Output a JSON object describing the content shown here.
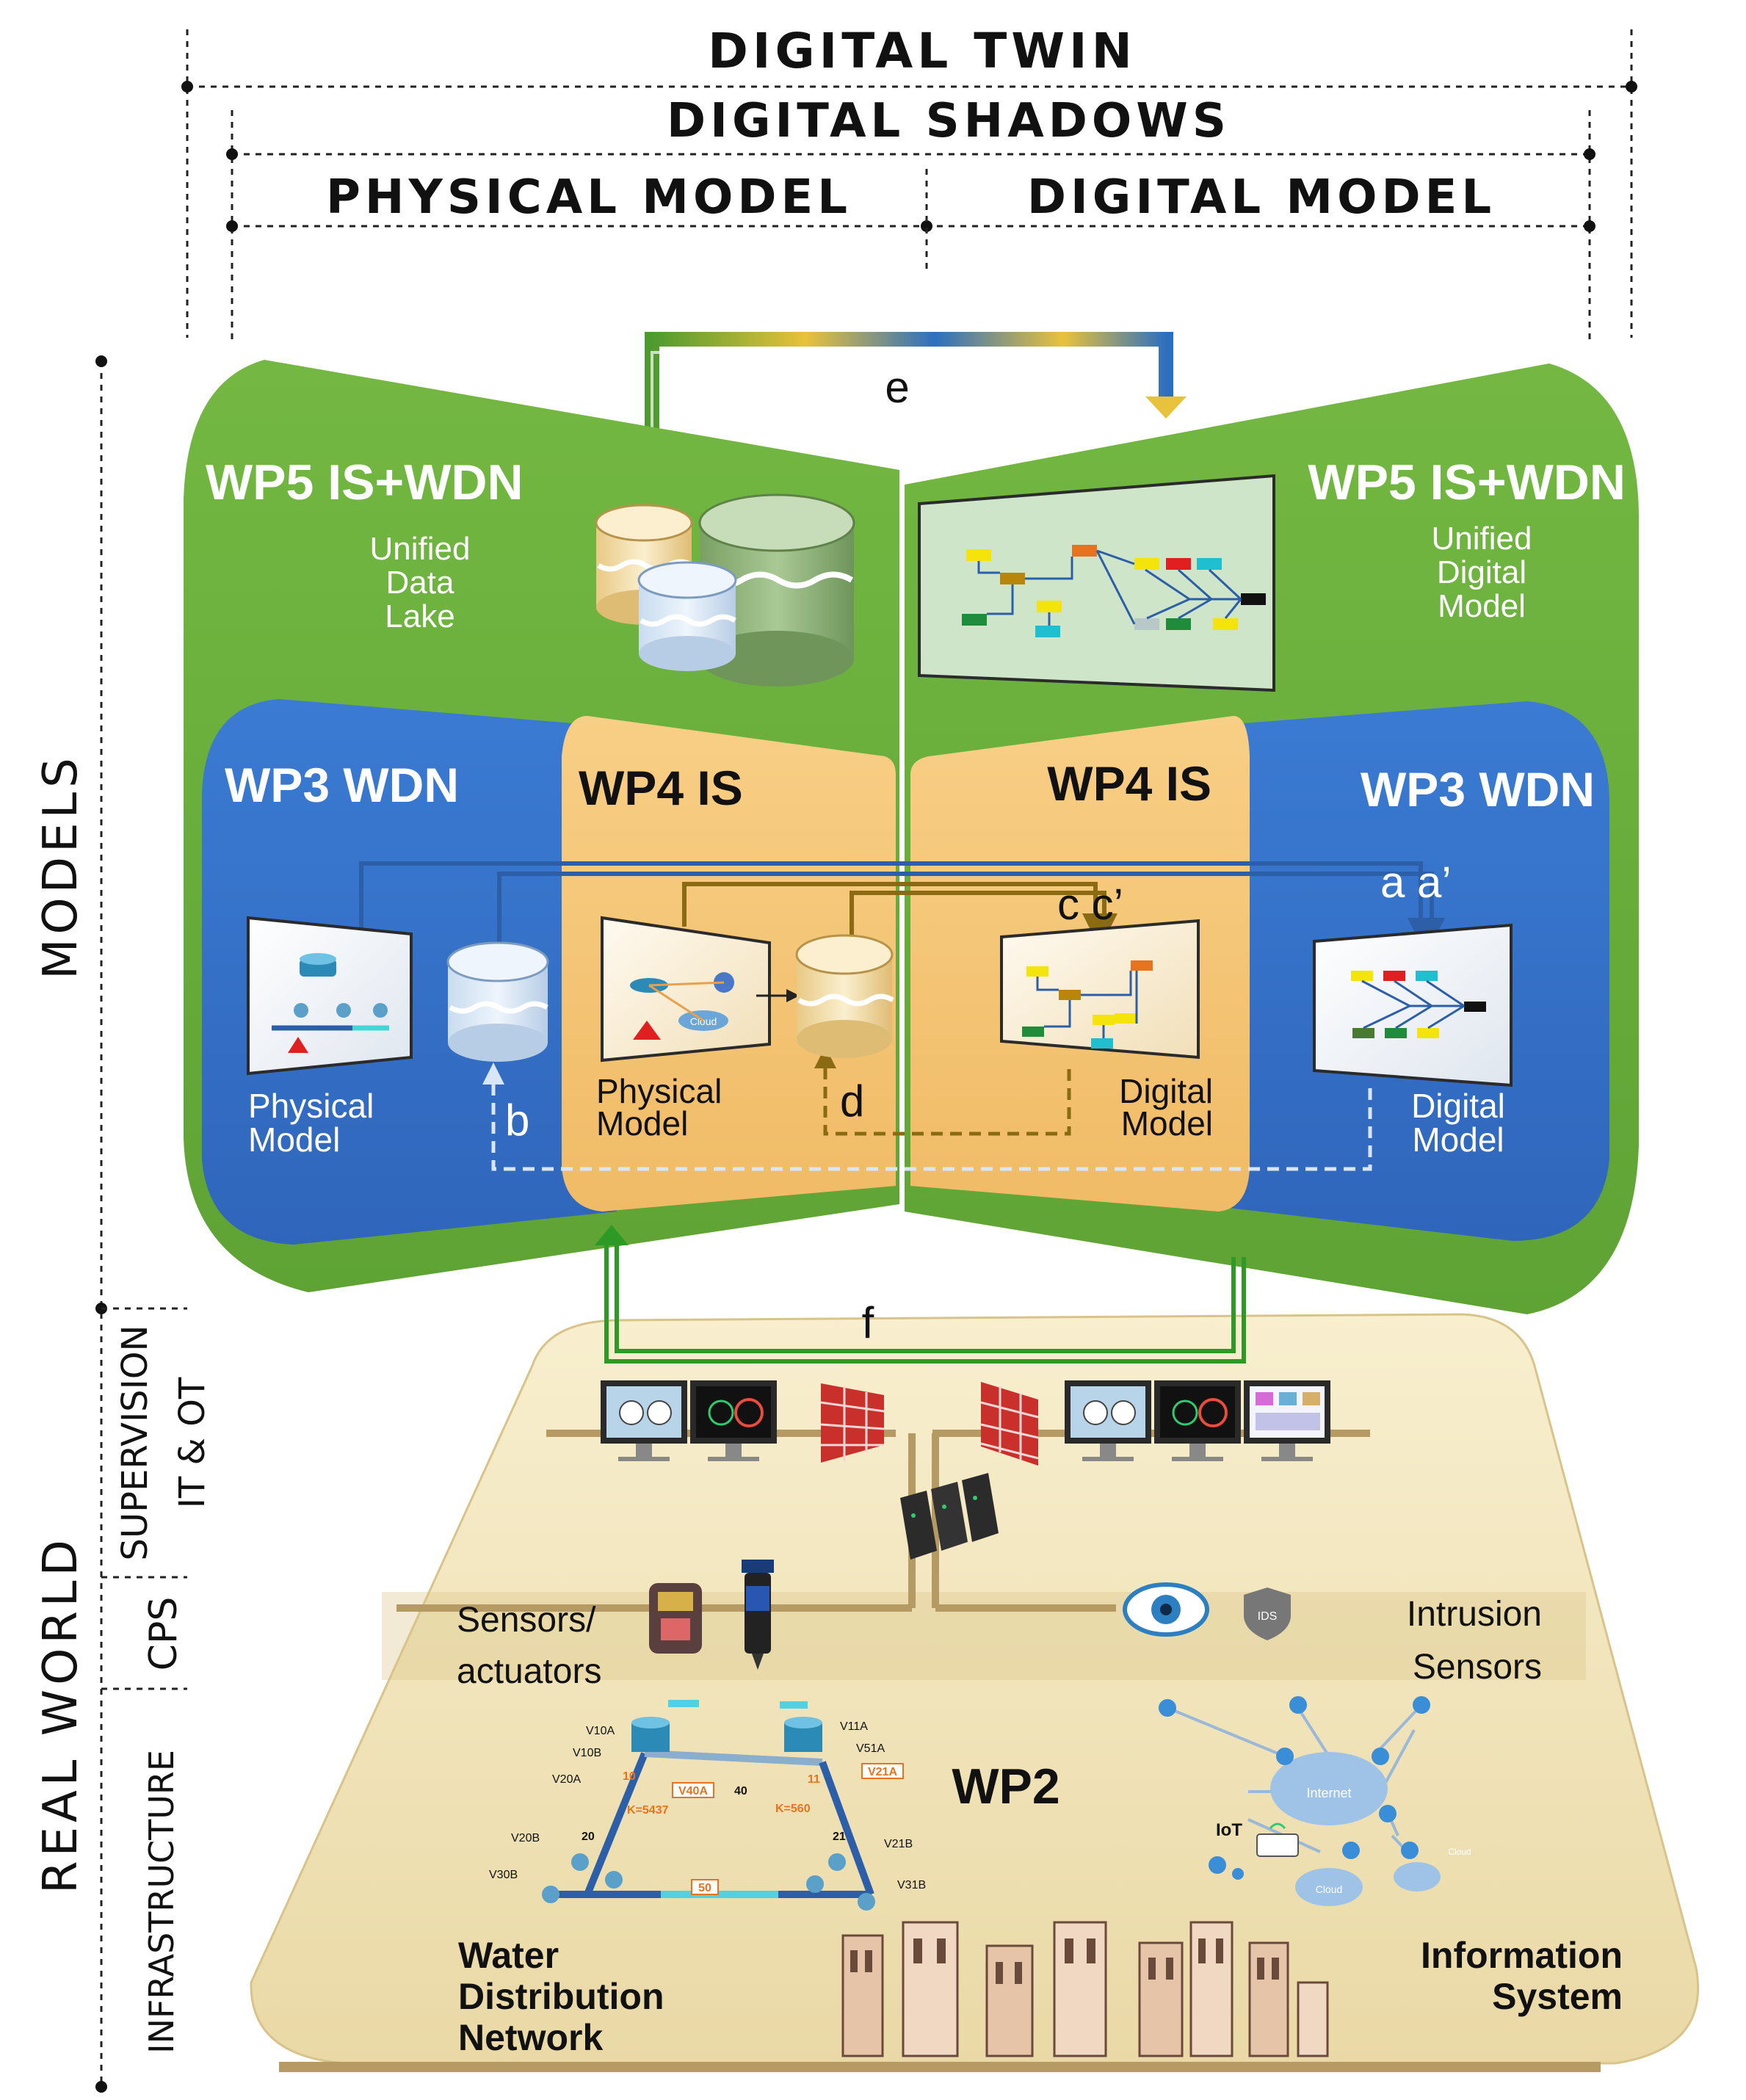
{
  "header": {
    "digital_twin": "DIGITAL TWIN",
    "digital_shadows": "DIGITAL SHADOWS",
    "physical_model": "PHYSICAL MODEL",
    "digital_model": "DIGITAL MODEL"
  },
  "side_labels": {
    "models": "MODELS",
    "real_world": "REAL WORLD",
    "supervision_1": "SUPERVISION",
    "supervision_2": "IT & OT",
    "cps": "CPS",
    "infrastructure": "INFRASTRUCTURE"
  },
  "left_panel": {
    "wp5_title": "WP5 IS+WDN",
    "wp5_sub_1": "Unified",
    "wp5_sub_2": "Data",
    "wp5_sub_3": "Lake",
    "wp3_title": "WP3 WDN",
    "wp4_title": "WP4 IS",
    "wp3_model_1": "Physical",
    "wp3_model_2": "Model",
    "wp4_model_1": "Physical",
    "wp4_model_2": "Model",
    "cloud": "Cloud"
  },
  "right_panel": {
    "wp5_title": "WP5 IS+WDN",
    "wp5_sub_1": "Unified",
    "wp5_sub_2": "Digital",
    "wp5_sub_3": "Model",
    "wp4_title": "WP4 IS",
    "wp3_title": "WP3  WDN",
    "wp4_model_1": "Digital",
    "wp4_model_2": "Model",
    "wp3_model_1": "Digital",
    "wp3_model_2": "Model"
  },
  "flow_labels": {
    "a": "a a’",
    "b": "b",
    "c": "c c’",
    "d": "d",
    "e": "e",
    "f": "f"
  },
  "real_world": {
    "sensors_1": "Sensors/",
    "sensors_2": "actuators",
    "intrusion_1": "Intrusion",
    "intrusion_2": "Sensors",
    "wp2": "WP2",
    "wdn_1": "Water",
    "wdn_2": "Distribution",
    "wdn_3": "Network",
    "is_1": "Information",
    "is_2": "System",
    "internet": "Internet",
    "iot": "IoT",
    "cloud_a": "Cloud",
    "cloud_b": "Cloud",
    "ids": "IDS"
  },
  "network_labels": {
    "v10a": "V10A",
    "v10b": "V10B",
    "v20a": "V20A",
    "v20b": "V20B",
    "v30b": "V30B",
    "v11a": "V11A",
    "v51a": "V51A",
    "v21a": "V21A",
    "v21b": "V21B",
    "v31b": "V31B",
    "v40a": "V40A",
    "p10": "10",
    "p20": "20",
    "p40": "40",
    "p50": "50",
    "p11": "11",
    "p21": "21",
    "k1": "K=5437",
    "k2": "K=560"
  },
  "colors": {
    "green_panel": "#6fb43e",
    "blue_panel": "#3a77cc",
    "orange_panel": "#f6c77a",
    "cream_base": "#f6ecc8",
    "flow_green": "#2e9a26",
    "flow_brown": "#8a6a12"
  }
}
